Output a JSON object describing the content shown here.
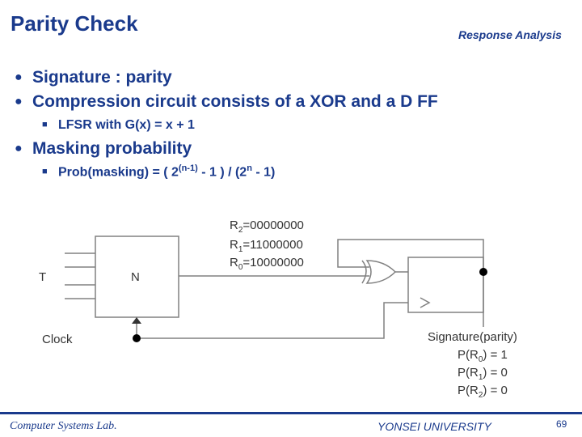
{
  "header": {
    "title": "Parity Check",
    "subtitle": "Response Analysis"
  },
  "bullets": [
    {
      "text": "Signature : parity"
    },
    {
      "text": "Compression circuit consists of a XOR and a D FF"
    },
    {
      "text": "Masking probability"
    }
  ],
  "sub_bullets": {
    "lfsr": "LFSR with G(x) = x + 1",
    "prob_prefix": "Prob(masking) = ( 2",
    "prob_exp1": "(n-1)",
    "prob_mid": " - 1 ) / (2",
    "prob_exp2": "n",
    "prob_suffix": " - 1)"
  },
  "diagram": {
    "input_label": "T",
    "block_label": "N",
    "clock_label": "Clock",
    "r2": {
      "base": "R",
      "sub": "2",
      "value": "=00000000"
    },
    "r1": {
      "base": "R",
      "sub": "1",
      "value": "=11000000"
    },
    "r0": {
      "base": "R",
      "sub": "0",
      "value": "=10000000"
    },
    "signature_label": "Signature(parity)",
    "p0": {
      "base": "P(R",
      "sub": "0",
      "value": ") = 1"
    },
    "p1": {
      "base": "P(R",
      "sub": "1",
      "value": ") = 0"
    },
    "p2": {
      "base": "P(R",
      "sub": "2",
      "value": ") = 0"
    }
  },
  "footer": {
    "left": "Computer Systems Lab.",
    "middle": "YONSEI UNIVERSITY",
    "page": "69"
  },
  "colors": {
    "accent": "#1a3a8c",
    "diagram_lines": "#808080"
  }
}
